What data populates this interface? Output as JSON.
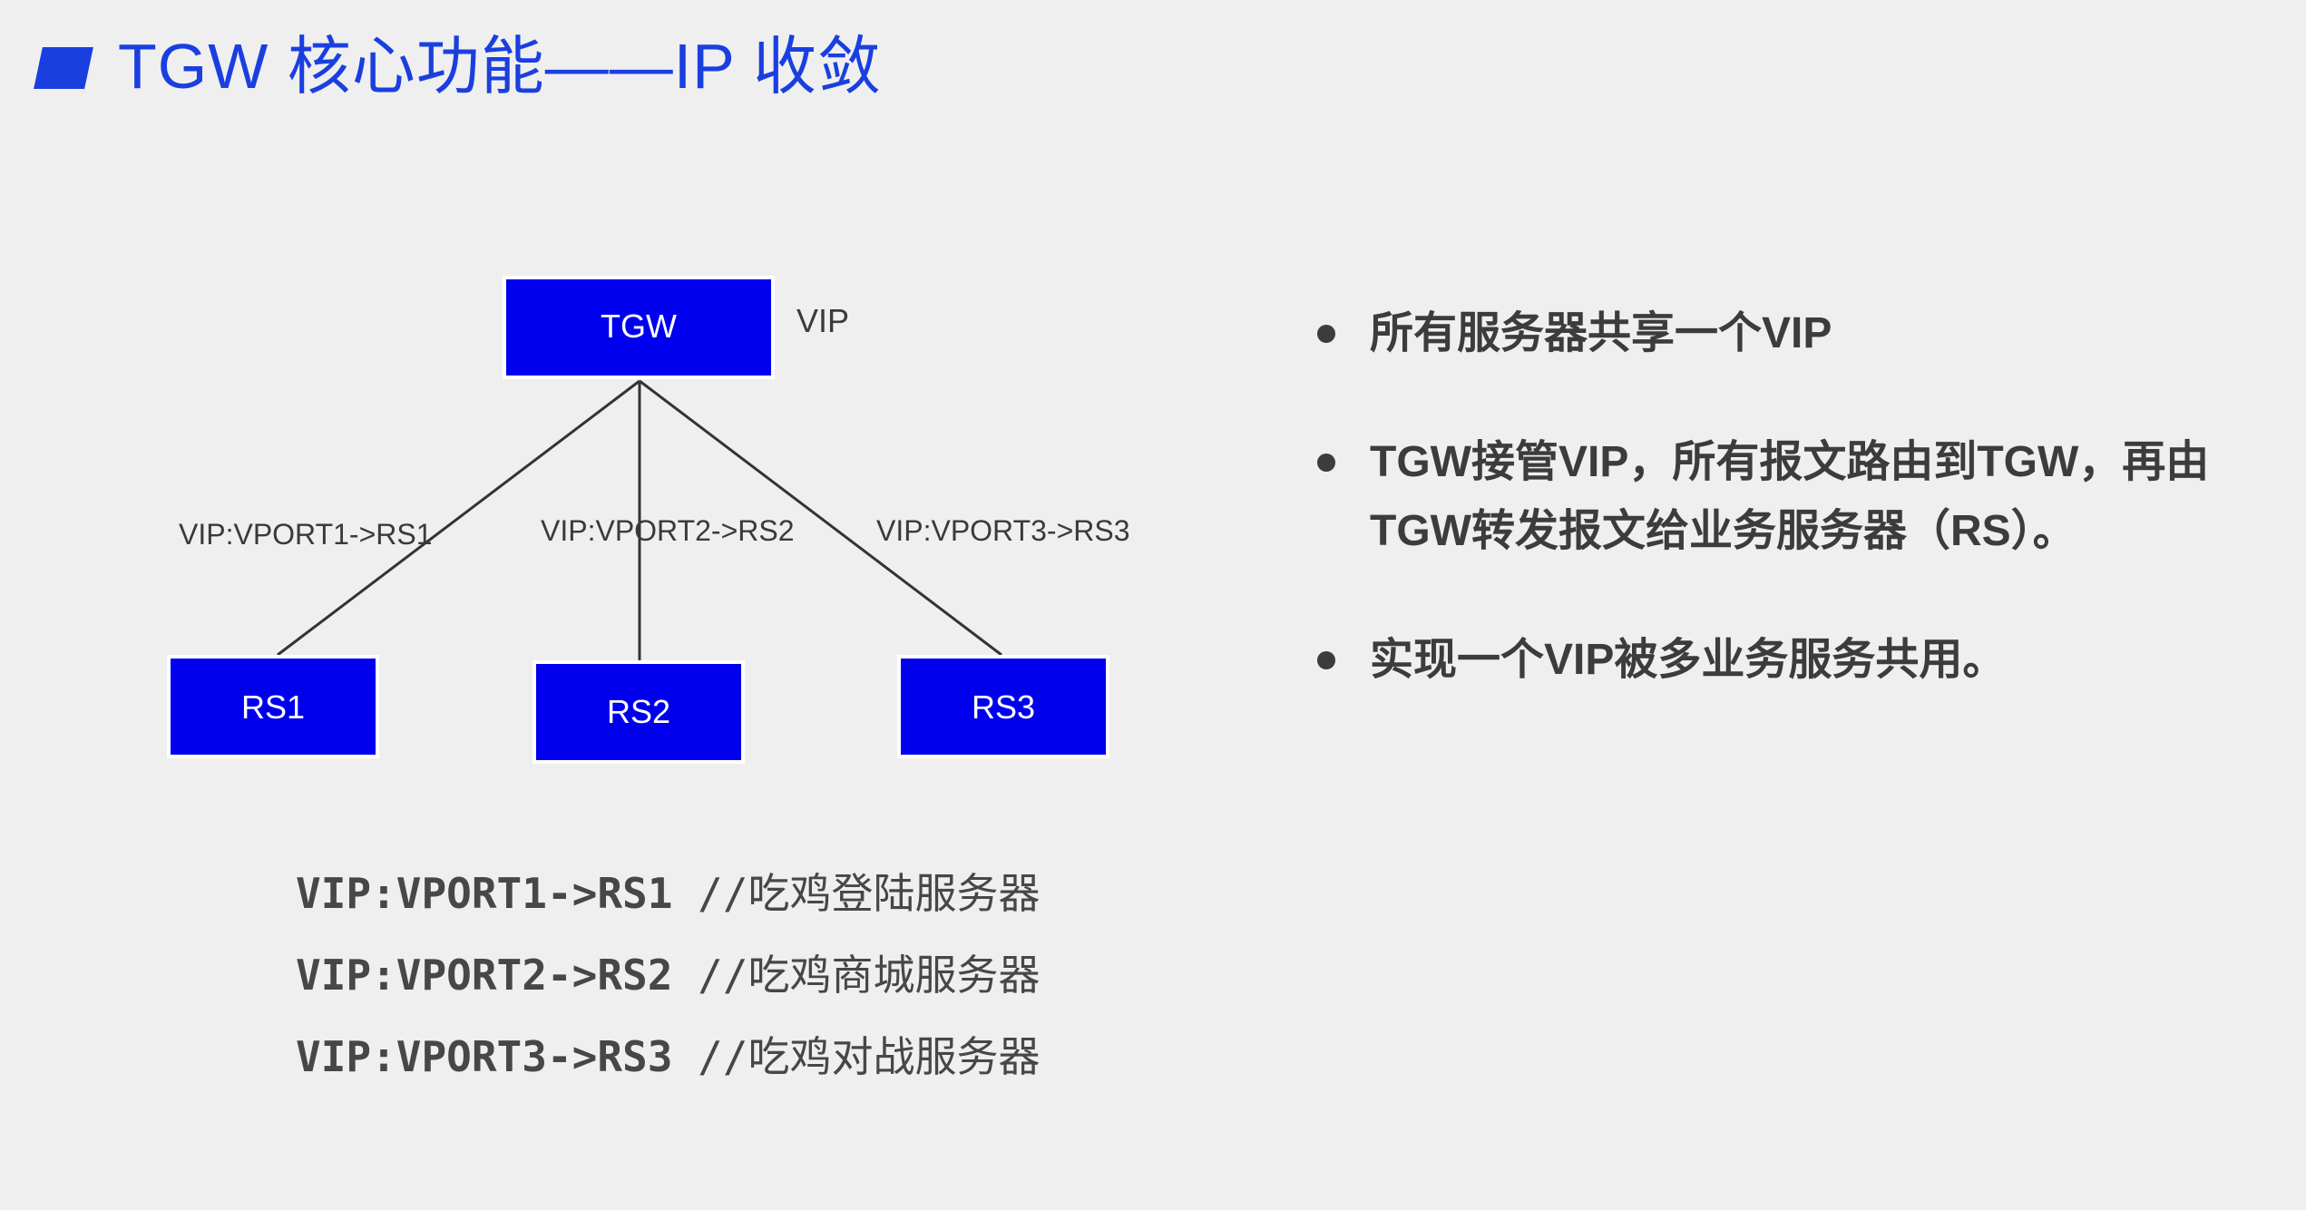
{
  "header": {
    "title": "TGW 核心功能——IP 收敛"
  },
  "diagram": {
    "root": {
      "label": "TGW",
      "side_label": "VIP"
    },
    "nodes": [
      {
        "label": "RS1",
        "edge_label": "VIP:VPORT1->RS1"
      },
      {
        "label": "RS2",
        "edge_label": "VIP:VPORT2->RS2"
      },
      {
        "label": "RS3",
        "edge_label": "VIP:VPORT3->RS3"
      }
    ],
    "colors": {
      "box": "#0000ee",
      "line": "#333333",
      "title": "#1a3fe0"
    }
  },
  "bullets": [
    "所有服务器共享一个VIP",
    "TGW接管VIP，所有报文路由到TGW，再由TGW转发报文给业务服务器（RS）。",
    "实现一个VIP被多业务服务共用。"
  ],
  "mappings": [
    {
      "rule": "VIP:VPORT1->RS1",
      "comment": "//吃鸡登陆服务器"
    },
    {
      "rule": "VIP:VPORT2->RS2",
      "comment": "//吃鸡商城服务器"
    },
    {
      "rule": "VIP:VPORT3->RS3",
      "comment": "//吃鸡对战服务器"
    }
  ]
}
